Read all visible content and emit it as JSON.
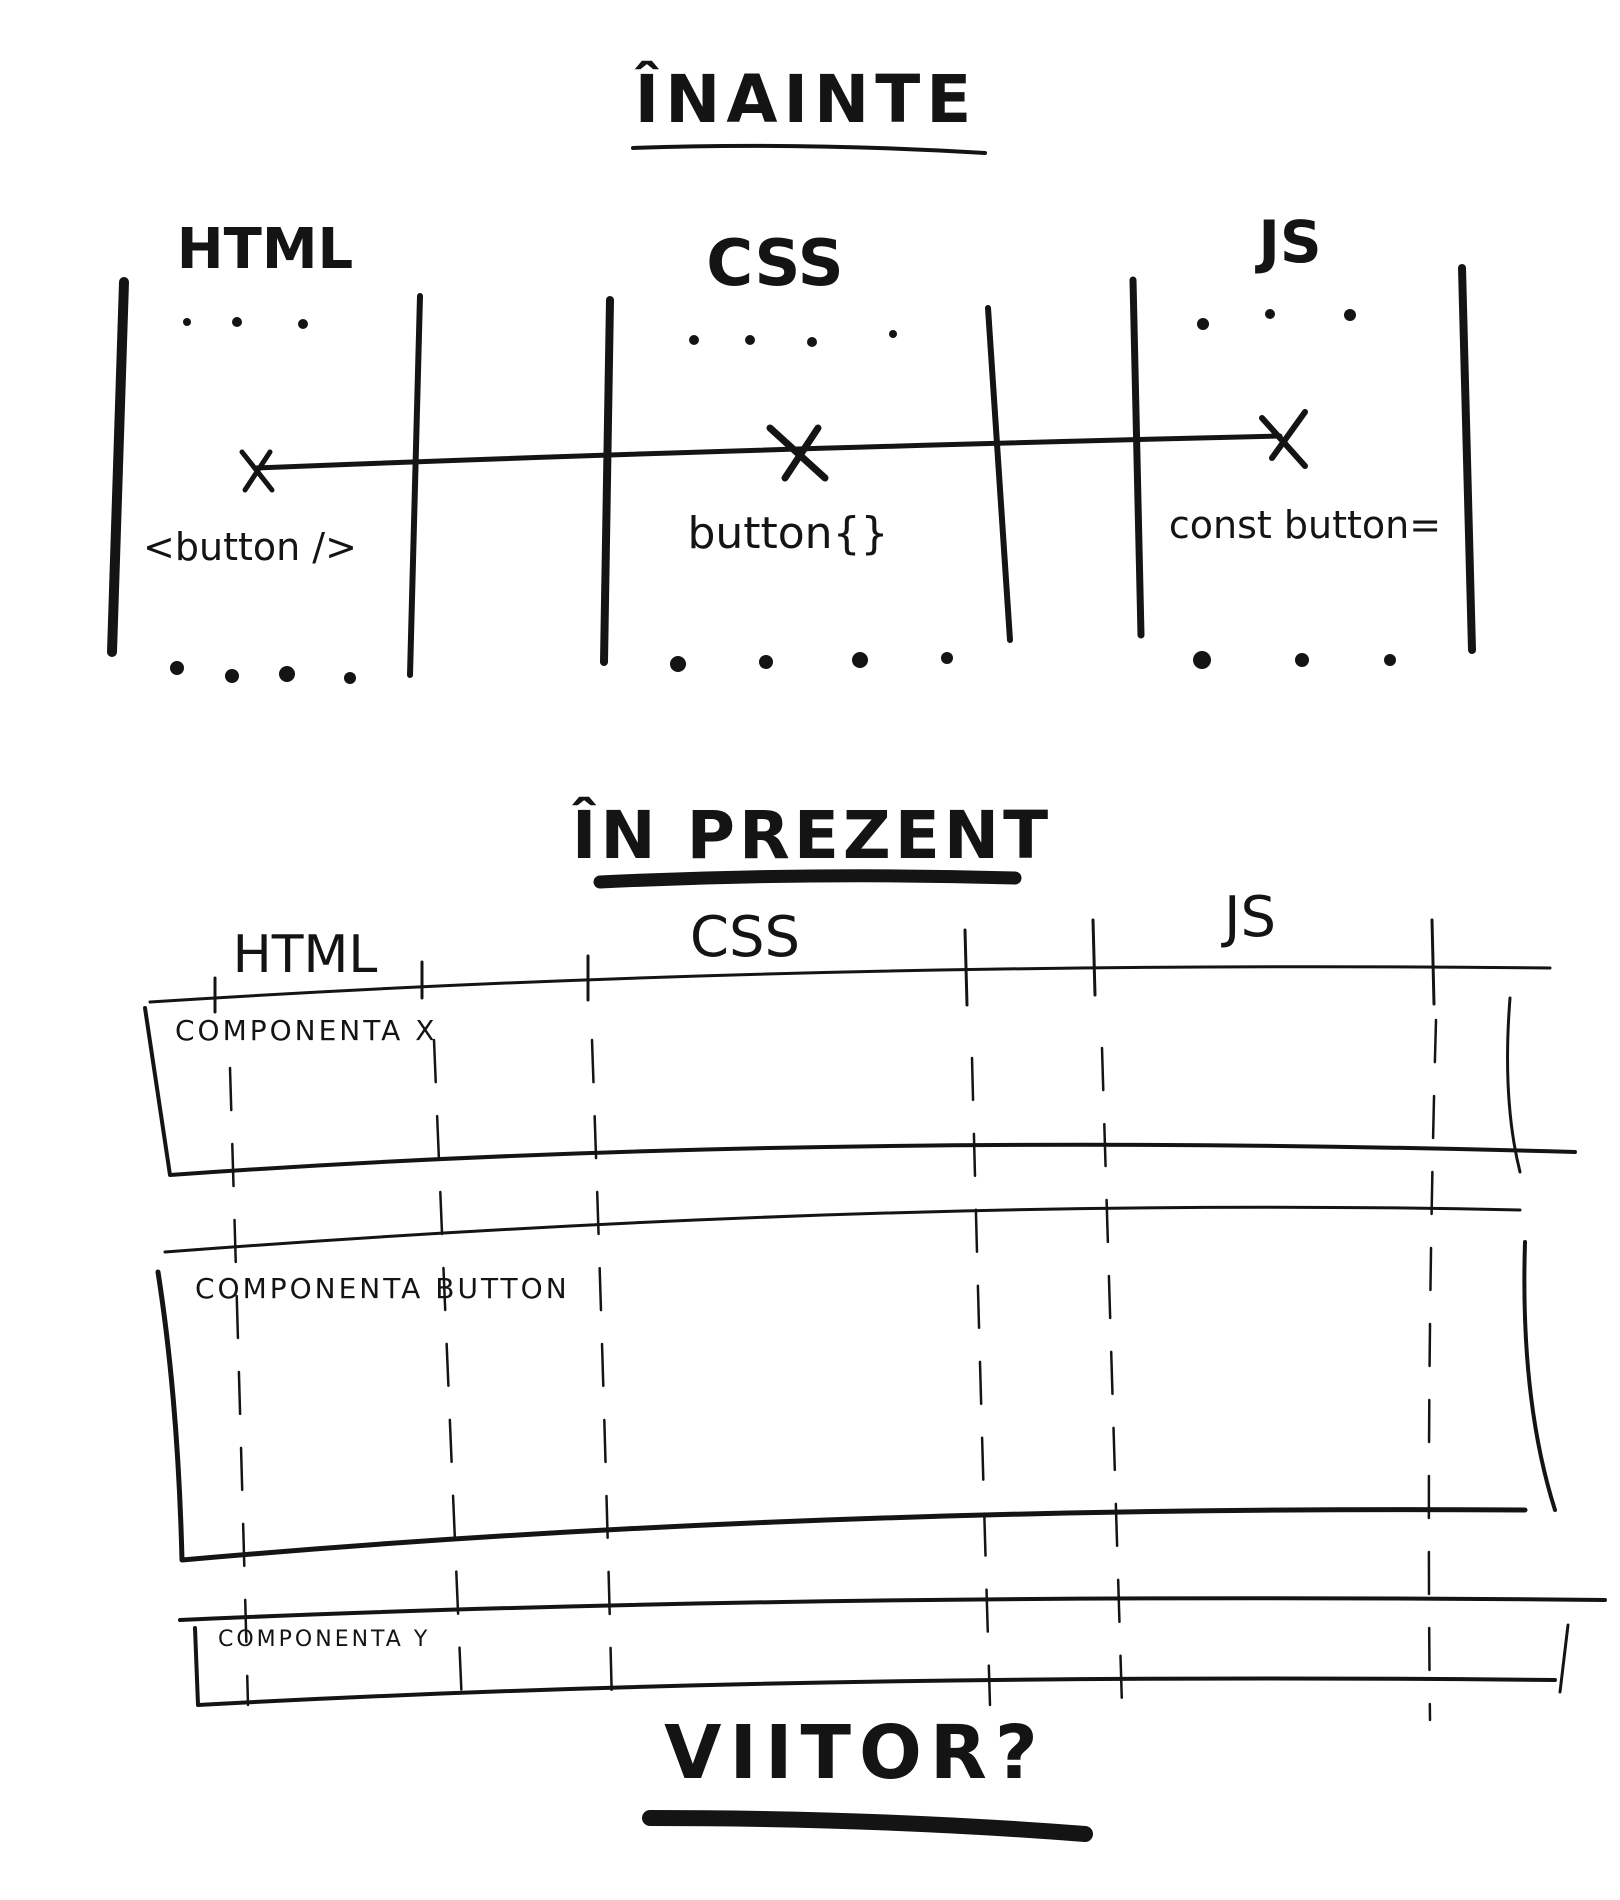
{
  "sections": {
    "before": {
      "title": "ÎNAINTE",
      "columns": [
        {
          "name": "HTML",
          "code": "<button />"
        },
        {
          "name": "CSS",
          "code": "button{}"
        },
        {
          "name": "JS",
          "code": "const button="
        }
      ]
    },
    "present": {
      "title": "ÎN PREZENT",
      "headers": [
        "HTML",
        "CSS",
        "JS"
      ],
      "components": [
        "COMPONENTA X",
        "COMPONENTA BUTTON",
        "COMPONENTA Y"
      ]
    },
    "future": {
      "title": "VIITOR?"
    }
  }
}
